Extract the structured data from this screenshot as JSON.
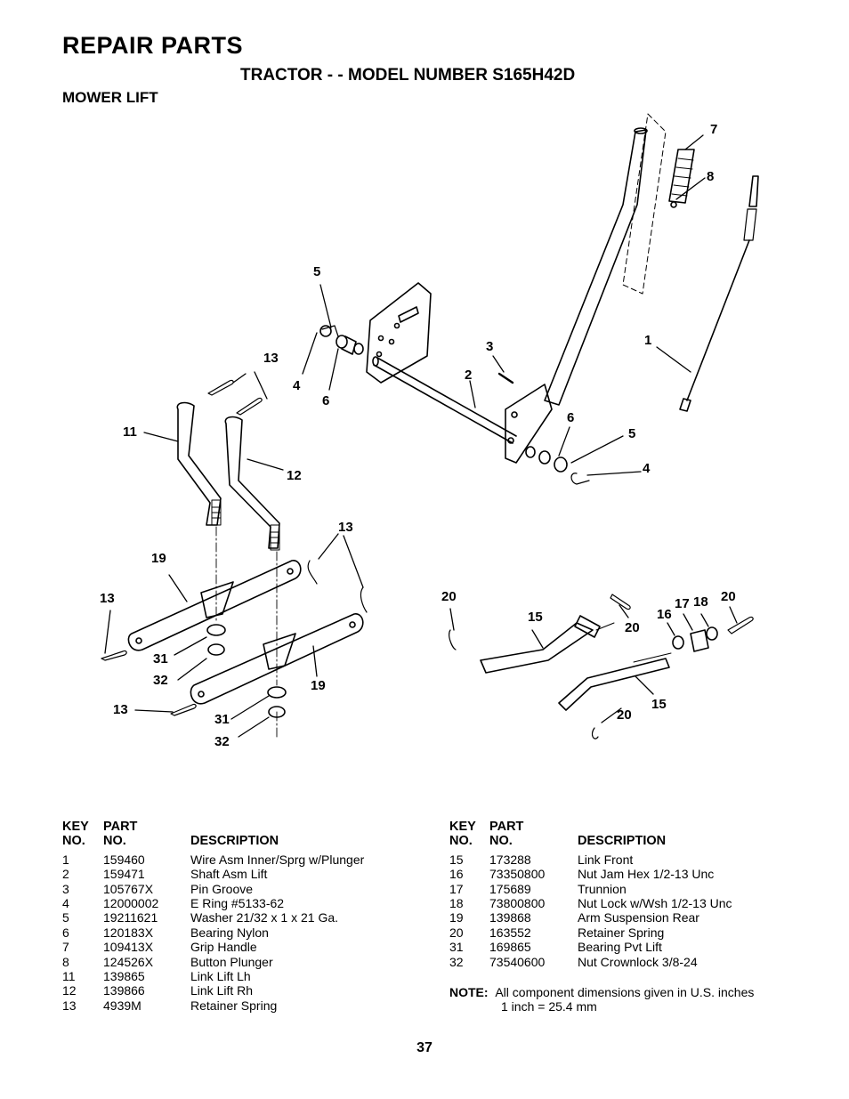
{
  "header": {
    "title": "REPAIR PARTS",
    "subtitle": "TRACTOR - - MODEL NUMBER S165H42D",
    "section": "MOWER LIFT"
  },
  "diagram": {
    "callouts": [
      "7",
      "8",
      "5",
      "13",
      "4",
      "6",
      "3",
      "2",
      "1",
      "11",
      "12",
      "6",
      "5",
      "4",
      "13",
      "19",
      "13",
      "31",
      "32",
      "19",
      "13",
      "31",
      "32",
      "20",
      "15",
      "20",
      "16",
      "17",
      "18",
      "20",
      "20",
      "15"
    ]
  },
  "table_left": {
    "headers": {
      "key_line1": "KEY",
      "key_line2": "NO.",
      "part_line1": "PART",
      "part_line2": "NO.",
      "description": "DESCRIPTION"
    },
    "rows": [
      {
        "key": "1",
        "part": "159460",
        "desc": "Wire Asm Inner/Sprg w/Plunger"
      },
      {
        "key": "2",
        "part": "159471",
        "desc": "Shaft Asm Lift"
      },
      {
        "key": "3",
        "part": "105767X",
        "desc": "Pin Groove"
      },
      {
        "key": "4",
        "part": "12000002",
        "desc": "E Ring #5133-62"
      },
      {
        "key": "5",
        "part": "19211621",
        "desc": "Washer 21/32 x 1 x 21 Ga."
      },
      {
        "key": "6",
        "part": "120183X",
        "desc": "Bearing Nylon"
      },
      {
        "key": "7",
        "part": "109413X",
        "desc": "Grip Handle"
      },
      {
        "key": "8",
        "part": "124526X",
        "desc": "Button Plunger"
      },
      {
        "key": "11",
        "part": "139865",
        "desc": "Link Lift Lh"
      },
      {
        "key": "12",
        "part": "139866",
        "desc": "Link Lift Rh"
      },
      {
        "key": "13",
        "part": "4939M",
        "desc": "Retainer Spring"
      }
    ]
  },
  "table_right": {
    "headers": {
      "key_line1": "KEY",
      "key_line2": "NO.",
      "part_line1": "PART",
      "part_line2": "NO.",
      "description": "DESCRIPTION"
    },
    "rows": [
      {
        "key": "15",
        "part": "173288",
        "desc": "Link Front"
      },
      {
        "key": "16",
        "part": "73350800",
        "desc": "Nut Jam Hex 1/2-13 Unc"
      },
      {
        "key": "17",
        "part": "175689",
        "desc": "Trunnion"
      },
      {
        "key": "18",
        "part": "73800800",
        "desc": "Nut Lock w/Wsh 1/2-13 Unc"
      },
      {
        "key": "19",
        "part": "139868",
        "desc": "Arm Suspension Rear"
      },
      {
        "key": "20",
        "part": "163552",
        "desc": "Retainer Spring"
      },
      {
        "key": "31",
        "part": "169865",
        "desc": "Bearing Pvt Lift"
      },
      {
        "key": "32",
        "part": "73540600",
        "desc": "Nut Crownlock 3/8-24"
      }
    ]
  },
  "note": {
    "label": "NOTE:",
    "line1": "All component dimensions given in U.S. inches",
    "line2": "1 inch = 25.4 mm"
  },
  "page_number": "37"
}
